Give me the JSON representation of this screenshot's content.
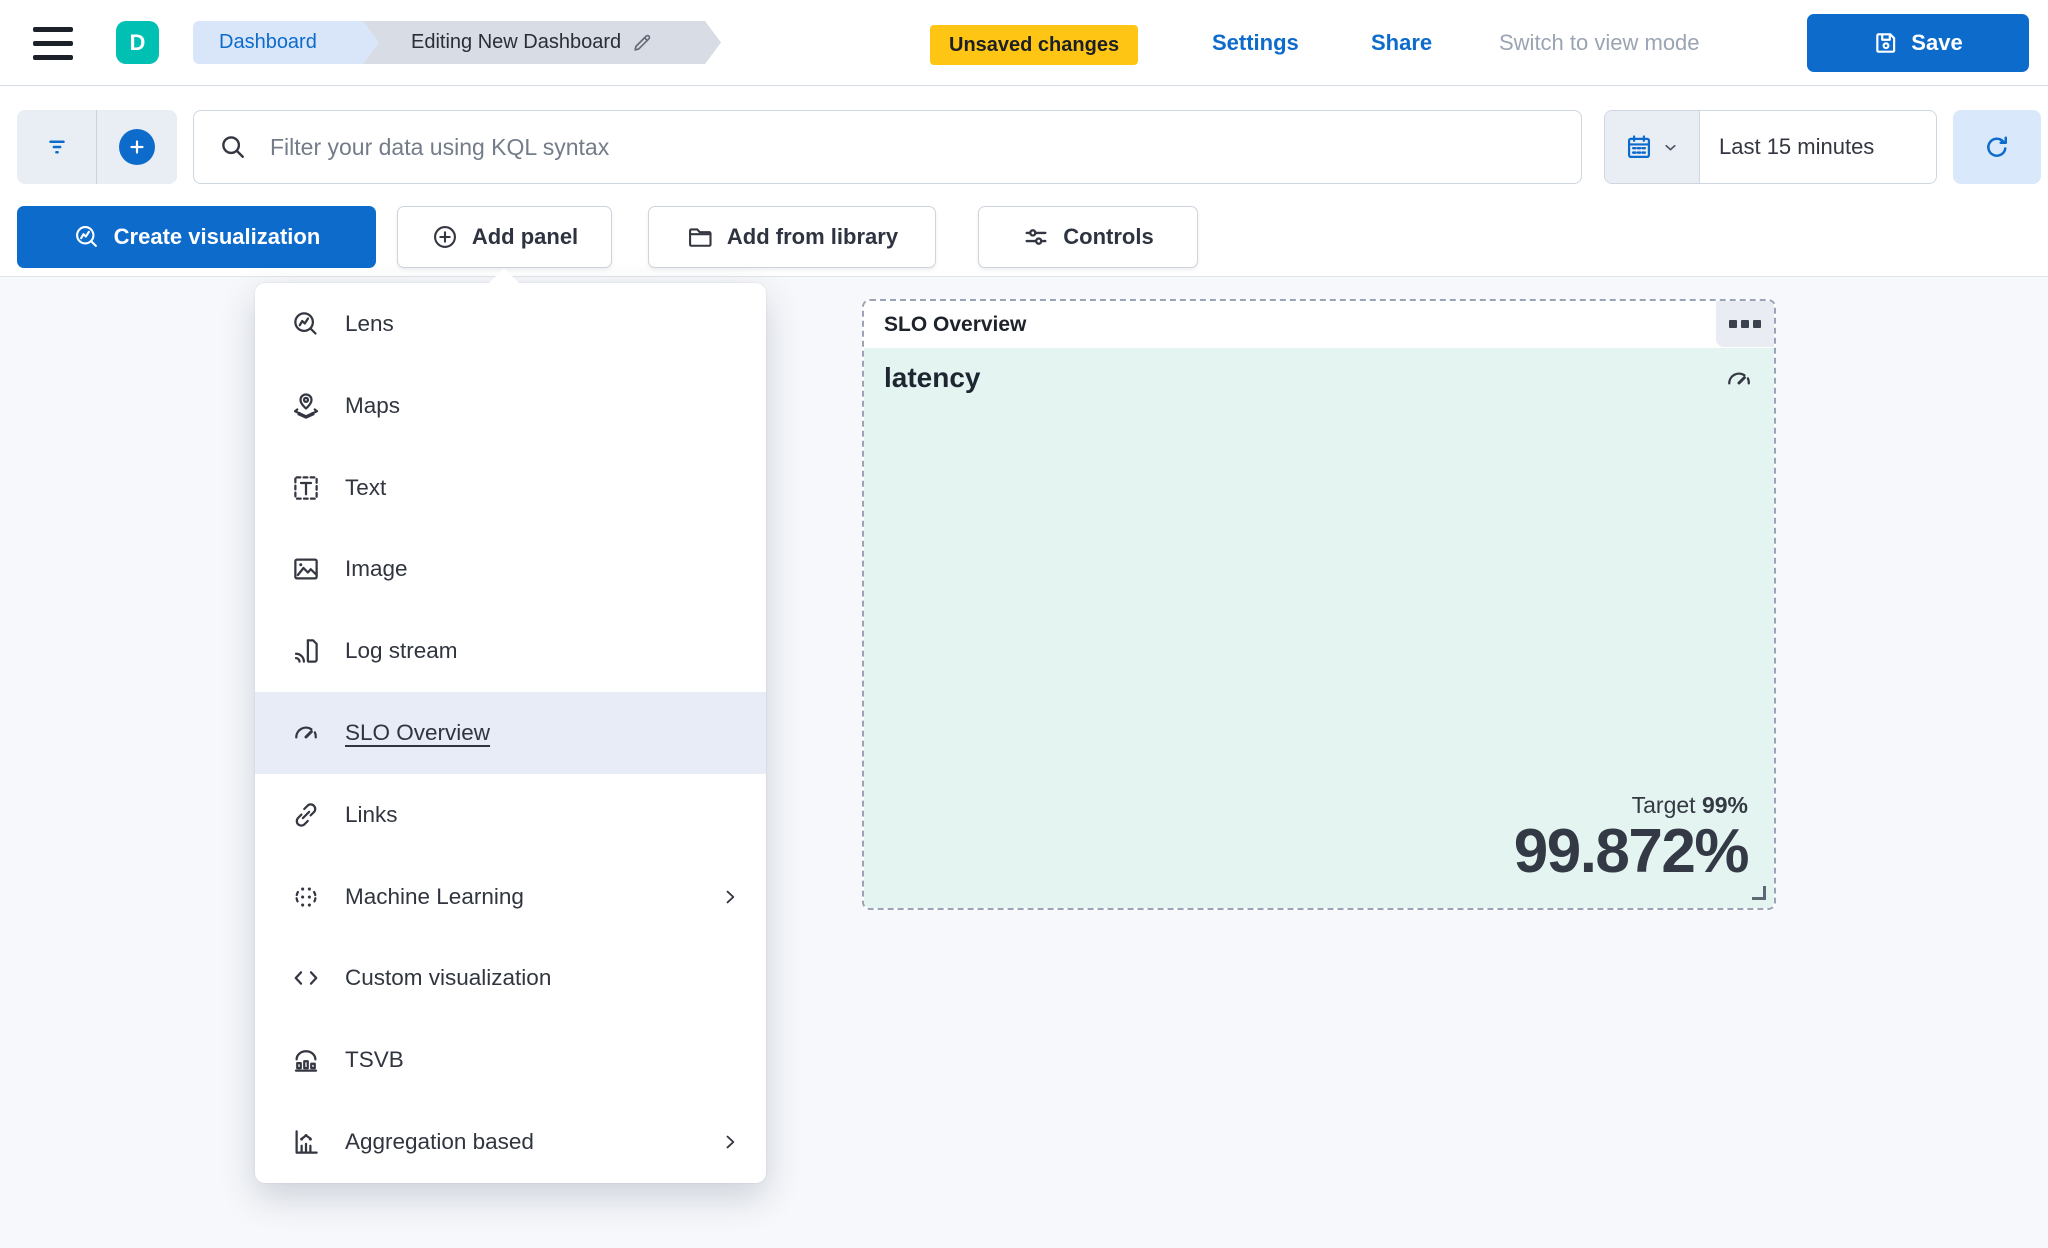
{
  "header": {
    "avatar_initial": "D",
    "breadcrumbs": [
      {
        "label": "Dashboard"
      },
      {
        "label": "Editing New Dashboard"
      }
    ],
    "unsaved_changes_badge": "Unsaved changes",
    "settings_link": "Settings",
    "share_link": "Share",
    "switch_view_mode_label": "Switch to view mode",
    "save_button": "Save"
  },
  "query_bar": {
    "search_placeholder": "Filter your data using KQL syntax",
    "time_range": "Last 15 minutes"
  },
  "toolbar": {
    "create_visualization": "Create visualization",
    "add_panel": "Add panel",
    "add_from_library": "Add from library",
    "controls": "Controls"
  },
  "add_panel_menu": {
    "items": [
      {
        "label": "Lens",
        "icon": "lens-icon"
      },
      {
        "label": "Maps",
        "icon": "maps-icon"
      },
      {
        "label": "Text",
        "icon": "text-icon"
      },
      {
        "label": "Image",
        "icon": "image-icon"
      },
      {
        "label": "Log stream",
        "icon": "log-stream-icon"
      },
      {
        "label": "SLO Overview",
        "icon": "gauge-icon",
        "selected": true
      },
      {
        "label": "Links",
        "icon": "link-icon"
      },
      {
        "label": "Machine Learning",
        "icon": "machine-learning-icon",
        "has_submenu": true
      },
      {
        "label": "Custom visualization",
        "icon": "code-icon"
      },
      {
        "label": "TSVB",
        "icon": "tsvb-icon"
      },
      {
        "label": "Aggregation based",
        "icon": "aggregation-icon",
        "has_submenu": true
      }
    ]
  },
  "slo_panel": {
    "title": "SLO Overview",
    "slo_name": "latency",
    "target_label": "Target",
    "target_value": "99%",
    "sli_value": "99.872%"
  },
  "colors": {
    "primary_blue": "#0d6bcb",
    "warning_yellow": "#fec514",
    "avatar_teal": "#00bfb3",
    "panel_mint": "#e4f4f0",
    "menu_highlight": "#e7ecf7"
  }
}
